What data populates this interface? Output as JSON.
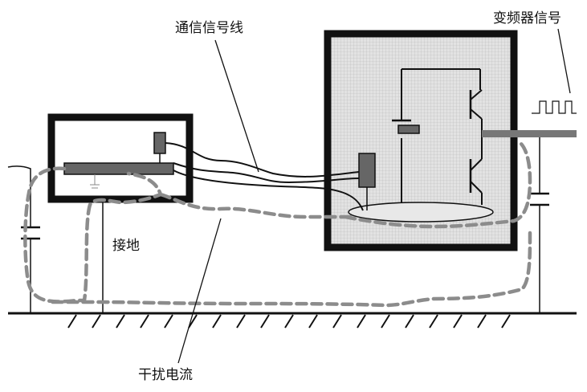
{
  "labels": {
    "comm_line": "通信信号线",
    "inverter_signal": "变频器信号",
    "ground": "接地",
    "interference_current": "干扰电流"
  },
  "colors": {
    "line": "#111111",
    "loop": "#8c8c8c",
    "chip": "#666666",
    "panel": "#d9d9d9",
    "ellipse": "#e8e8e8"
  },
  "icons": {
    "capacitor": "capacitor-icon",
    "igbt": "transistor-icon",
    "ground_hatch": "ground-hatch-icon"
  }
}
